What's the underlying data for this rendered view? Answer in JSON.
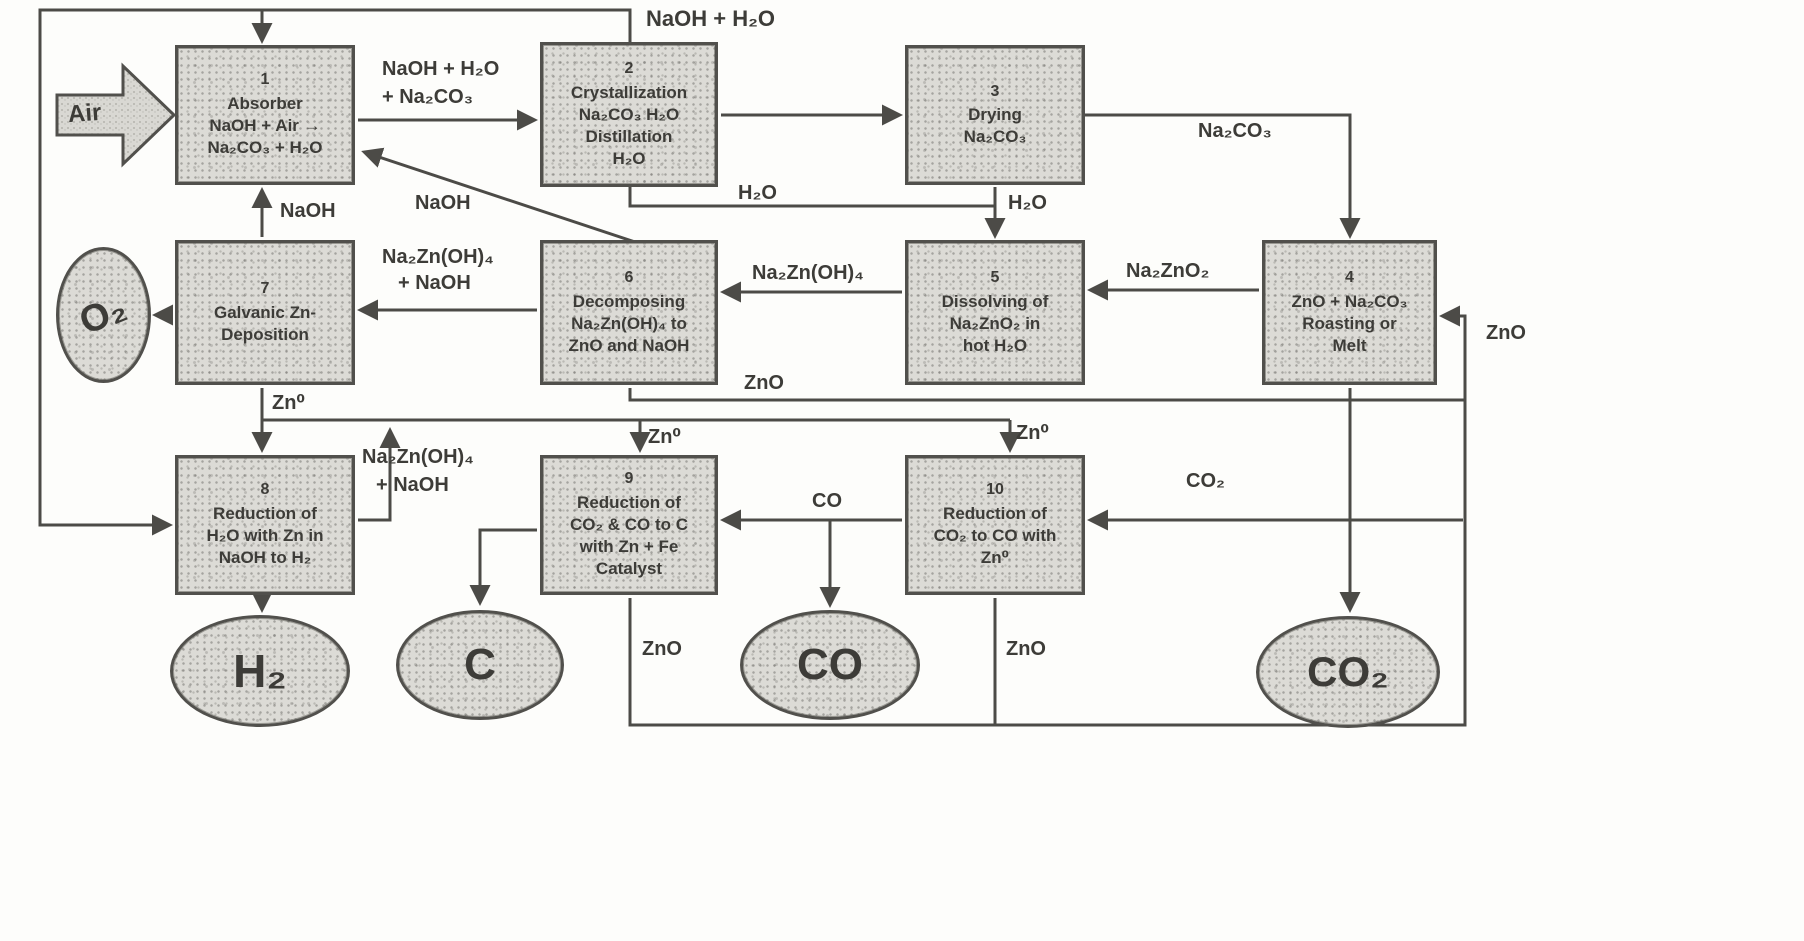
{
  "diagram": {
    "title_hint": "Zinc / sodium chemical cycle process flow diagram",
    "colors": {
      "ink": "#4a4946",
      "box_fill": "#dcdbd6",
      "background": "#fdfdfb"
    },
    "air_input": "Air",
    "boxes": [
      {
        "num": "1",
        "lines": [
          "Absorber",
          "NaOH + Air →",
          "Na₂CO₃ + H₂O"
        ]
      },
      {
        "num": "2",
        "lines": [
          "Crystallization",
          "Na₂CO₃ H₂O",
          "Distillation",
          "H₂O"
        ]
      },
      {
        "num": "3",
        "lines": [
          "Drying",
          "Na₂CO₃"
        ]
      },
      {
        "num": "4",
        "lines": [
          "ZnO + Na₂CO₃",
          "Roasting or",
          "Melt"
        ]
      },
      {
        "num": "5",
        "lines": [
          "Dissolving of",
          "Na₂ZnO₂ in",
          "hot H₂O"
        ]
      },
      {
        "num": "6",
        "lines": [
          "Decomposing",
          "Na₂Zn(OH)₄ to",
          "ZnO and NaOH"
        ]
      },
      {
        "num": "7",
        "lines": [
          "Galvanic Zn-",
          "Deposition"
        ]
      },
      {
        "num": "8",
        "lines": [
          "Reduction of",
          "H₂O with Zn in",
          "NaOH to H₂"
        ]
      },
      {
        "num": "9",
        "lines": [
          "Reduction of",
          "CO₂ & CO to C",
          "with Zn + Fe",
          "Catalyst"
        ]
      },
      {
        "num": "10",
        "lines": [
          "Reduction of",
          "CO₂ to CO with",
          "Zn⁰"
        ]
      }
    ],
    "products": {
      "o2": "O₂",
      "h2": "H₂",
      "c": "C",
      "co": "CO",
      "co2": "CO₂"
    },
    "labels": {
      "top_naoh_h2o": "NaOH + H₂O",
      "abs_to_cryst_1": "NaOH + H₂O",
      "abs_to_cryst_2": "+ Na₂CO₃",
      "na2co3_right": "Na₂CO₃",
      "h2o_left": "H₂O",
      "h2o_right": "H₂O",
      "naoh_up": "NaOH",
      "naoh_diag": "NaOH",
      "na2znoh4_67_1": "Na₂Zn(OH)₄",
      "na2znoh4_67_2": "+ NaOH",
      "na2znoh4_56": "Na₂Zn(OH)₄",
      "na2zno2": "Na₂ZnO₂",
      "zno_into_4": "ZnO",
      "zn0_7_8": "Zn⁰",
      "zno_mid": "ZnO",
      "zn0_9": "Zn⁰",
      "zn0_10": "Zn⁰",
      "na2znoh4_up_1": "Na₂Zn(OH)₄",
      "na2znoh4_up_2": "+ NaOH",
      "co": "CO",
      "co2": "CO₂",
      "zno_9_bottom": "ZnO",
      "zno_10_bottom": "ZnO"
    }
  }
}
